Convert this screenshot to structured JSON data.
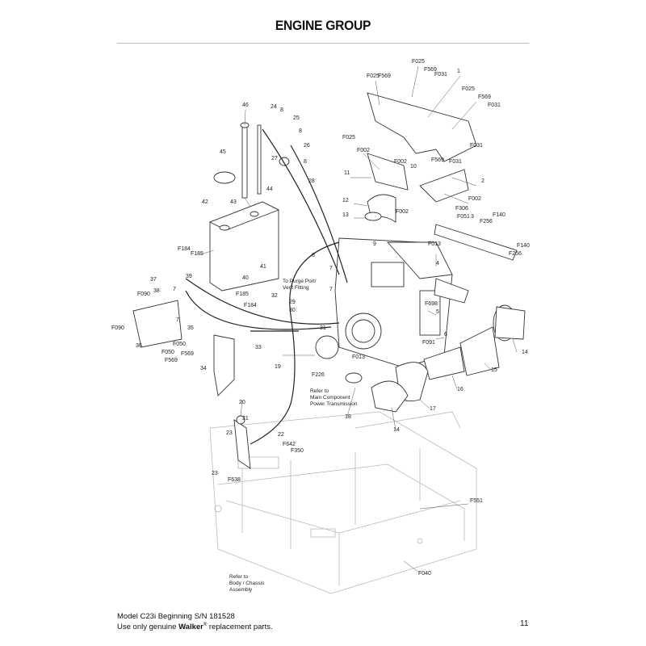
{
  "page": {
    "title": "ENGINE GROUP",
    "footer_line1": "Model C23i Beginning S/N 181528",
    "footer_line2_prefix": "Use only genuine ",
    "footer_brand": "Walker",
    "footer_reg": "®",
    "footer_line2_suffix": " replacement parts.",
    "page_number": "11"
  },
  "notes": {
    "purge": [
      "To Purge Port/",
      "Vent Fitting"
    ],
    "main_component": [
      "Refer to",
      "Main Component",
      "Power Transmission"
    ],
    "body_chassis": [
      "Refer to",
      "Body / Chassis",
      "Assembly"
    ]
  },
  "callouts": [
    "F025",
    "F569",
    "F025",
    "F569",
    "F031",
    "1",
    "F025",
    "F569",
    "F031",
    "F031",
    "F025",
    "F002",
    "F002",
    "10",
    "F569",
    "F031",
    "11",
    "2",
    "F002",
    "12",
    "F002",
    "13",
    "F306",
    "F051",
    "3",
    "F140",
    "F256",
    "F013",
    "4",
    "F140",
    "F256",
    "9",
    "8",
    "7",
    "7",
    "F698",
    "5",
    "6",
    "14",
    "F091",
    "15",
    "16",
    "17",
    "F013",
    "F226",
    "18",
    "14",
    "46",
    "24",
    "8",
    "25",
    "8",
    "26",
    "27",
    "8",
    "28",
    "44",
    "45",
    "42",
    "43",
    "F184",
    "F185",
    "41",
    "40",
    "39",
    "F185",
    "F184",
    "32",
    "29",
    "30",
    "31",
    "37",
    "38",
    "F090",
    "F090",
    "7",
    "7",
    "35",
    "36",
    "F050",
    "F050",
    "F569",
    "F569",
    "33",
    "34",
    "19",
    "20",
    "21",
    "22",
    "23",
    "F642",
    "F350",
    "23",
    "F638",
    "F551",
    "F040"
  ]
}
